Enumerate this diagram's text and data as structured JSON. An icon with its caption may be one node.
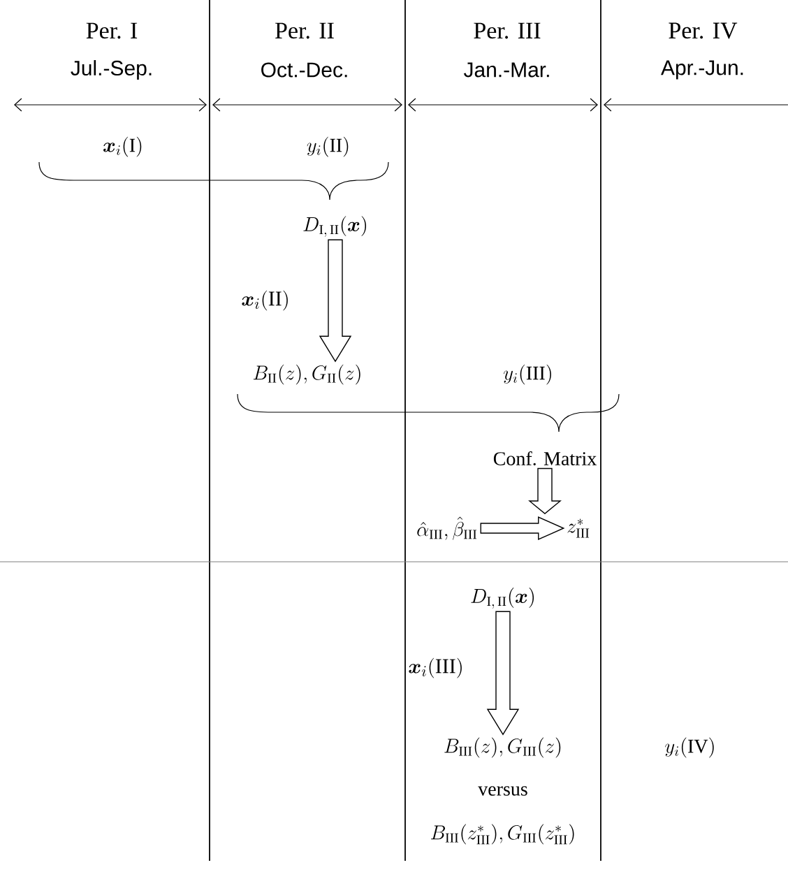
{
  "diagram": {
    "nodes": [
      {
        "text": [
          "\\boldsymbol{x}_i(\\mathrm{I})"
        ]
      },
      {
        "text": [
          "y_i(\\mathrm{II})"
        ]
      },
      {
        "text": [
          "D_{\\mathrm{I,\\,II}}(\\boldsymbol{x})"
        ]
      },
      {
        "text": [
          "B_{\\mathrm{II}}(z), G_{\\mathrm{II}}(z)"
        ]
      },
      {
        "text": [
          "y_i(\\mathrm{III})"
        ]
      },
      {
        "text": [
          "Conf. Matrix"
        ]
      },
      {
        "text": [
          "\\hat{\\alpha}_{\\mathrm{III}}, \\hat{\\beta}_{\\mathrm{III}}"
        ]
      },
      {
        "text": [
          "z^{*}_{\\mathrm{III}}"
        ]
      },
      {
        "text": [
          "D_{\\mathrm{I,\\,II}}(\\boldsymbol{x})"
        ]
      },
      {
        "text": [
          "B_{\\mathrm{III}}(z), G_{\\mathrm{III}}(z)"
        ]
      },
      {
        "text": [
          "versus"
        ]
      },
      {
        "text": [
          "B_{\\mathrm{III}}(z^{*}_{\\mathrm{III}}), G_{\\mathrm{III}}(z^{*}_{\\mathrm{III}})"
        ]
      },
      {
        "text": [
          "y_i(\\mathrm{IV})"
        ]
      }
    ],
    "edges": [
      {
        "from": 2,
        "to": 3,
        "arrow": "to",
        "label": "\\boldsymbol{x}_i(\\mathrm{II})"
      },
      {
        "from": 5,
        "to": 6,
        "arrow": "to"
      },
      {
        "from": 6,
        "to": 7,
        "arrow": "to"
      },
      {
        "from": 8,
        "to": 9,
        "arrow": "to",
        "label": "\\boldsymbol{x}_i(\\mathrm{III})"
      }
    ],
    "labels": [
      "Per. I",
      "Jul.-Sep.",
      "Per. II",
      "Oct.-Dec.",
      "Per. III",
      "Jan.-Mar.",
      "Per. IV",
      "Apr.-Jun."
    ]
  }
}
